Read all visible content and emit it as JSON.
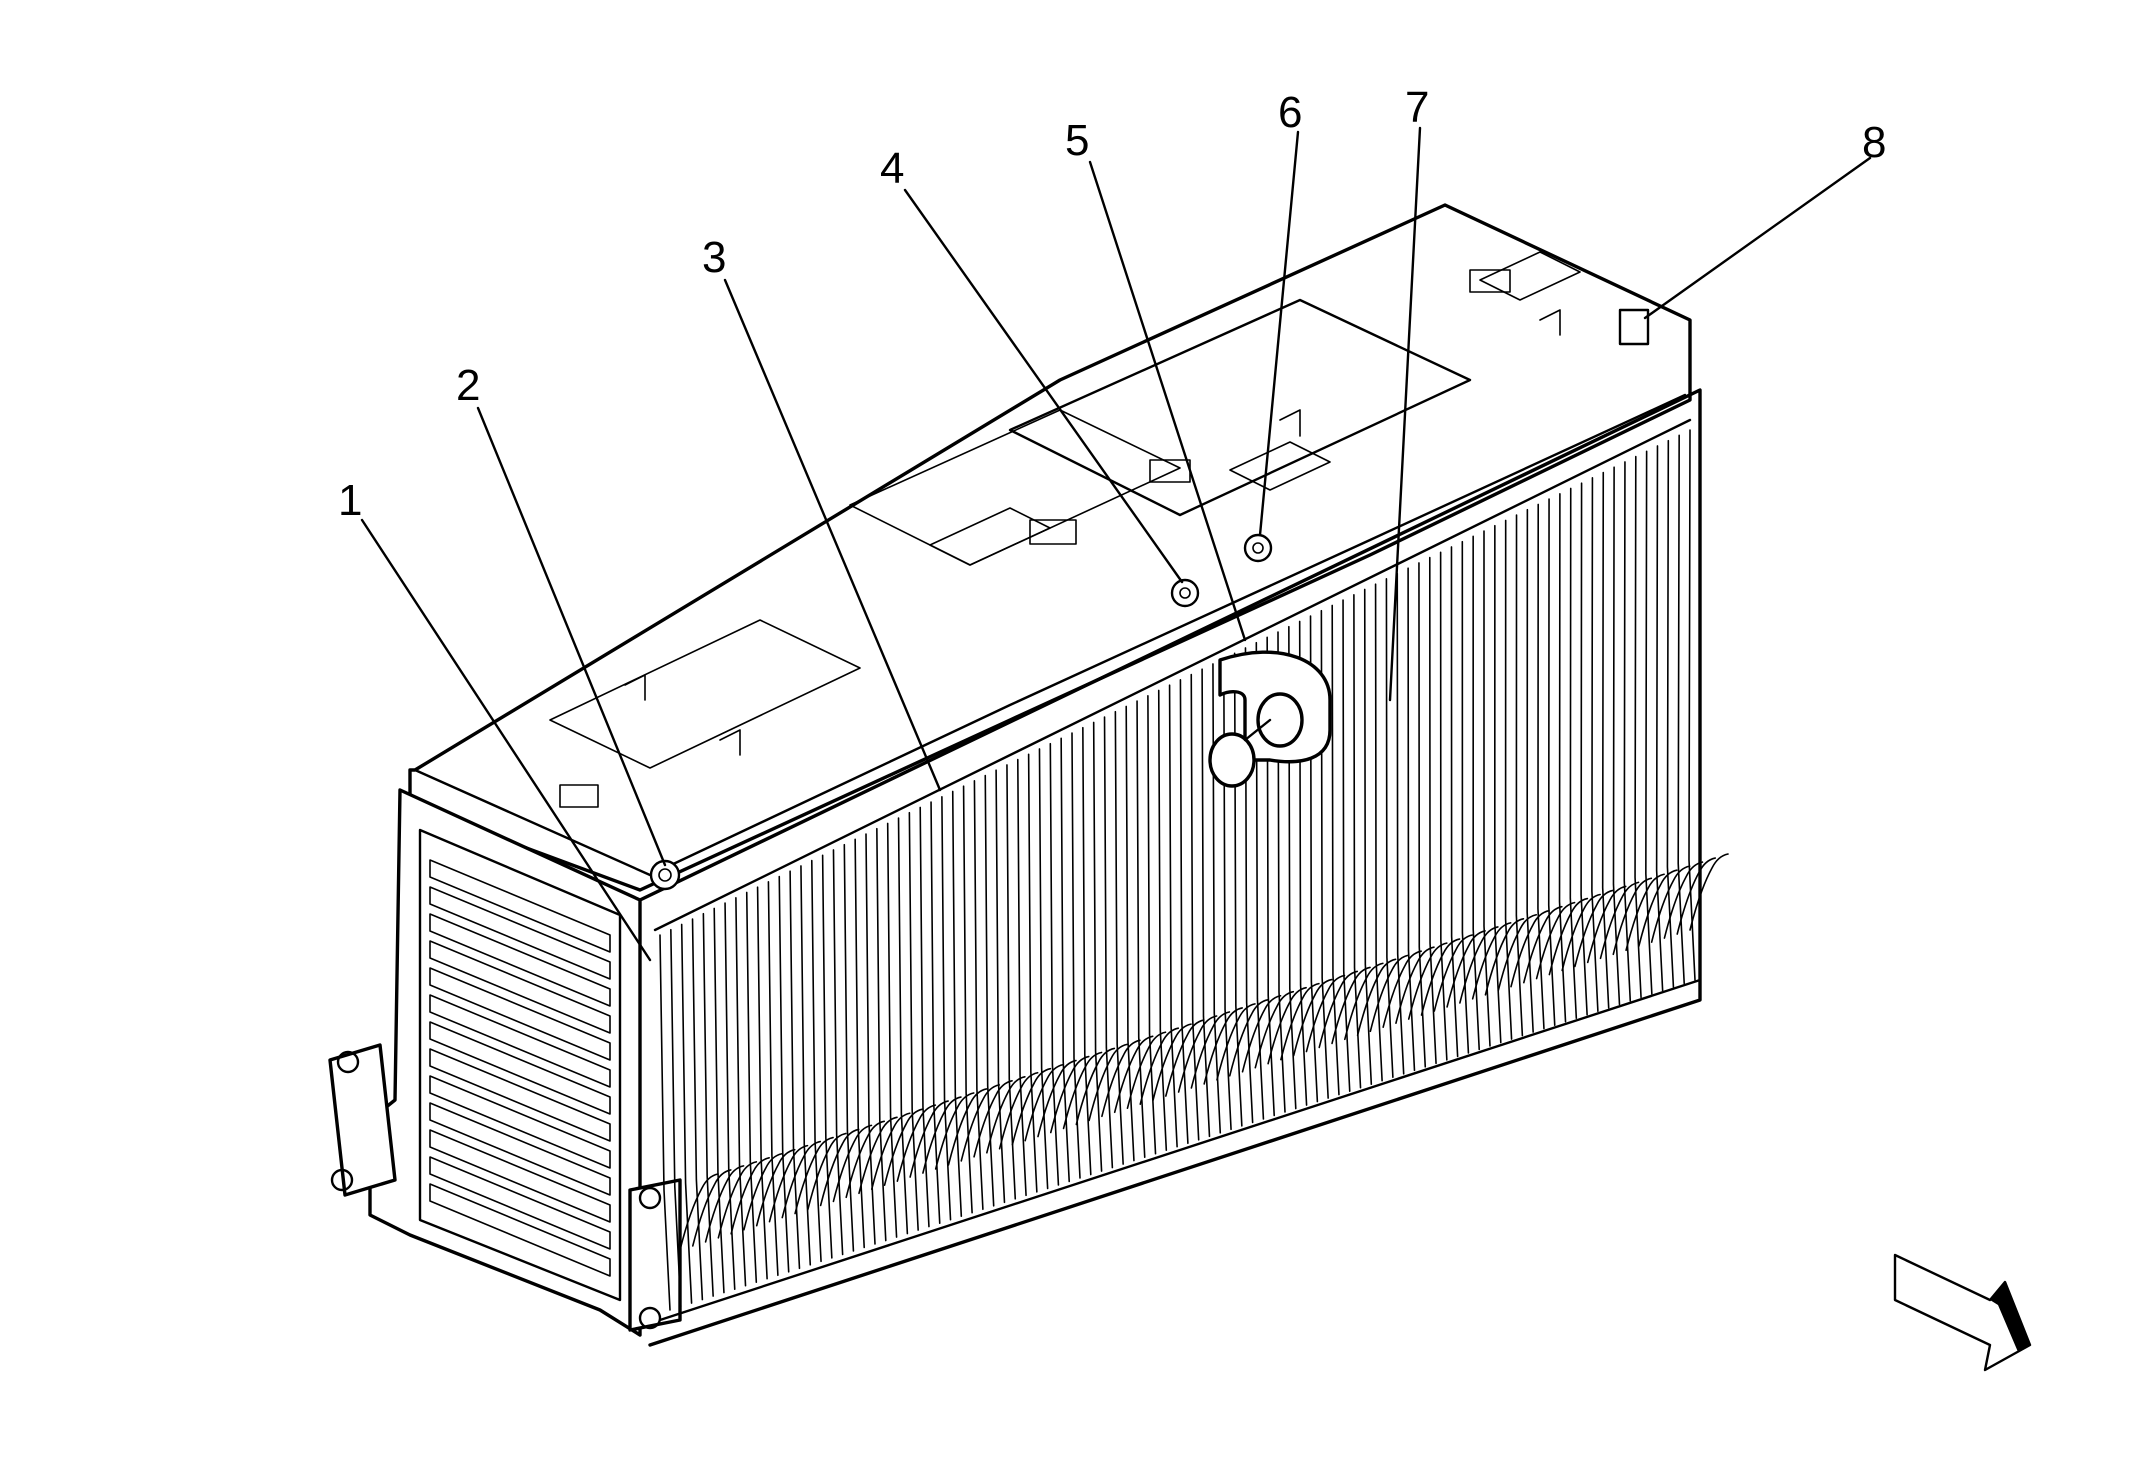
{
  "diagram": {
    "callouts": [
      {
        "id": 1,
        "label": "1"
      },
      {
        "id": 2,
        "label": "2"
      },
      {
        "id": 3,
        "label": "3"
      },
      {
        "id": 4,
        "label": "4"
      },
      {
        "id": 5,
        "label": "5"
      },
      {
        "id": 6,
        "label": "6"
      },
      {
        "id": 7,
        "label": "7"
      },
      {
        "id": 8,
        "label": "8"
      }
    ],
    "icons": {
      "orientation": "direction-arrow-icon"
    }
  }
}
